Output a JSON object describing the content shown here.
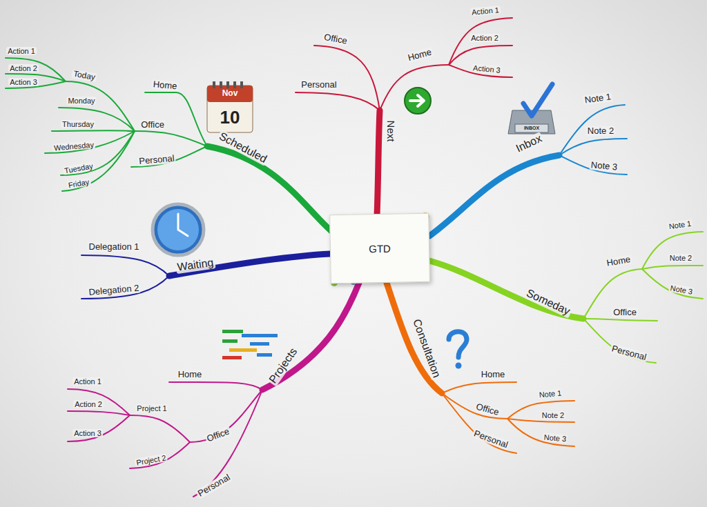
{
  "diagram": {
    "nodes": [
      {
        "text": [
          "GTD"
        ]
      }
    ],
    "labels": [
      "Action 1",
      "Action 2",
      "Action 3",
      "Today",
      "Monday",
      "Thursday",
      "Wednesday",
      "Tuesday",
      "Friday",
      "Home",
      "Office",
      "Personal",
      "Scheduled",
      "Office",
      "Personal",
      "Next",
      "Home",
      "Action 1",
      "Action 2",
      "Action 3",
      "Inbox",
      "Note 1",
      "Note 2",
      "Note 3",
      "Delegation 1",
      "Delegation 2",
      "Waiting",
      "Note 1",
      "Note 2",
      "Note 3",
      "Home",
      "Office",
      "Personal",
      "Someday",
      "Home",
      "Action 1",
      "Action 2",
      "Action 3",
      "Project 1",
      "Project 2",
      "Office",
      "Personal",
      "Projects",
      "Consultation",
      "Home",
      "Office",
      "Personal",
      "Note 1",
      "Note 2",
      "Note 3",
      "Nov",
      "10",
      "INBOX"
    ]
  }
}
